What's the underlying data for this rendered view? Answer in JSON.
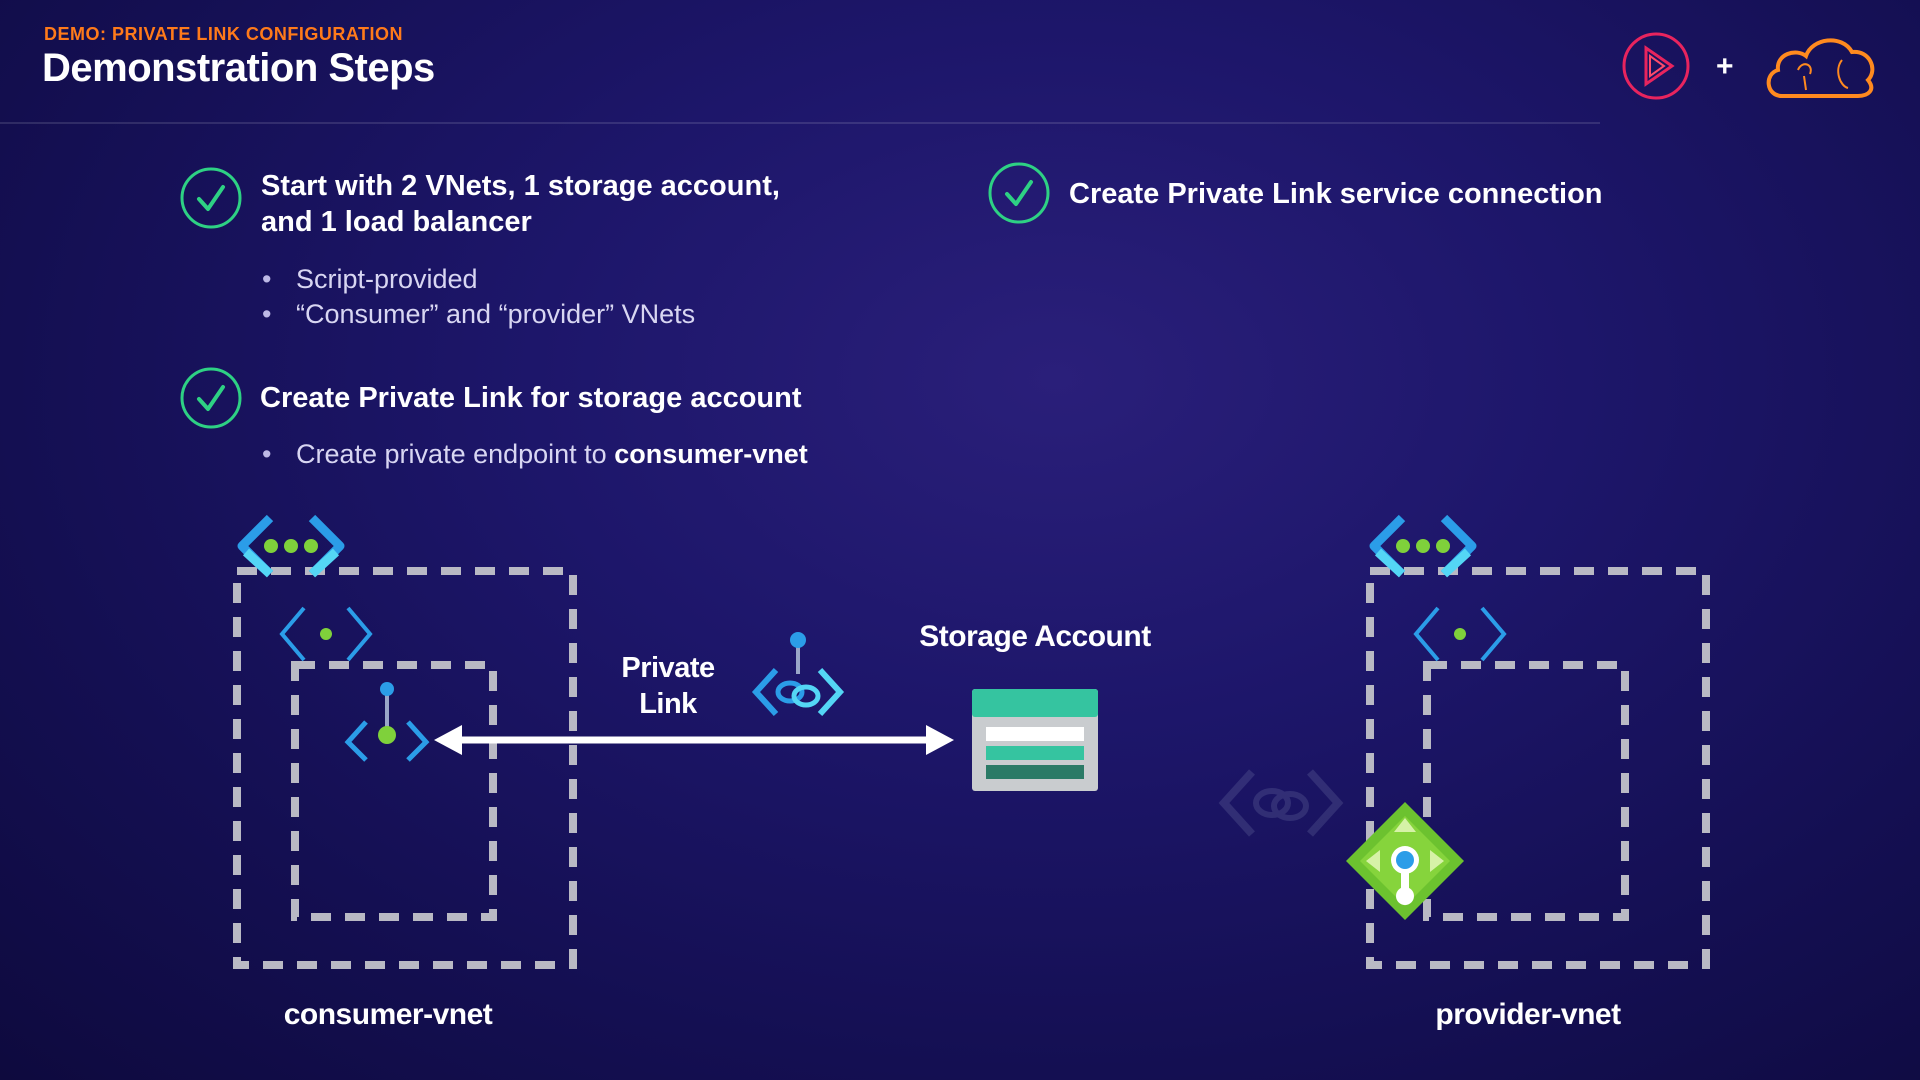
{
  "header": {
    "eyebrow": "DEMO: PRIVATE LINK CONFIGURATION",
    "title": "Demonstration Steps",
    "plus": "+"
  },
  "steps": [
    {
      "line1": "Start with 2 VNets, 1 storage account,",
      "line2": "and 1 load balancer",
      "bullets": [
        "Script-provided",
        "“Consumer” and “provider” VNets"
      ]
    },
    {
      "line1": "Create Private Link for storage account",
      "bullets": [
        {
          "text": "Create private endpoint to ",
          "bold": "consumer-vnet"
        }
      ]
    },
    {
      "line1": "Create Private Link service connection"
    }
  ],
  "bullet_glyph": "•",
  "diagram": {
    "private_link_line1": "Private",
    "private_link_line2": "Link",
    "storage_label": "Storage Account",
    "consumer_label": "consumer-vnet",
    "provider_label": "provider-vnet"
  },
  "colors": {
    "accent_orange": "#ff7a1a",
    "check_green": "#2ed184",
    "vnet_blue": "#2b9de8",
    "dot_green": "#7fd13b",
    "lb_green": "#6cc22f",
    "storage_teal": "#35c4a0",
    "dash_gray": "#b9b9c4"
  }
}
